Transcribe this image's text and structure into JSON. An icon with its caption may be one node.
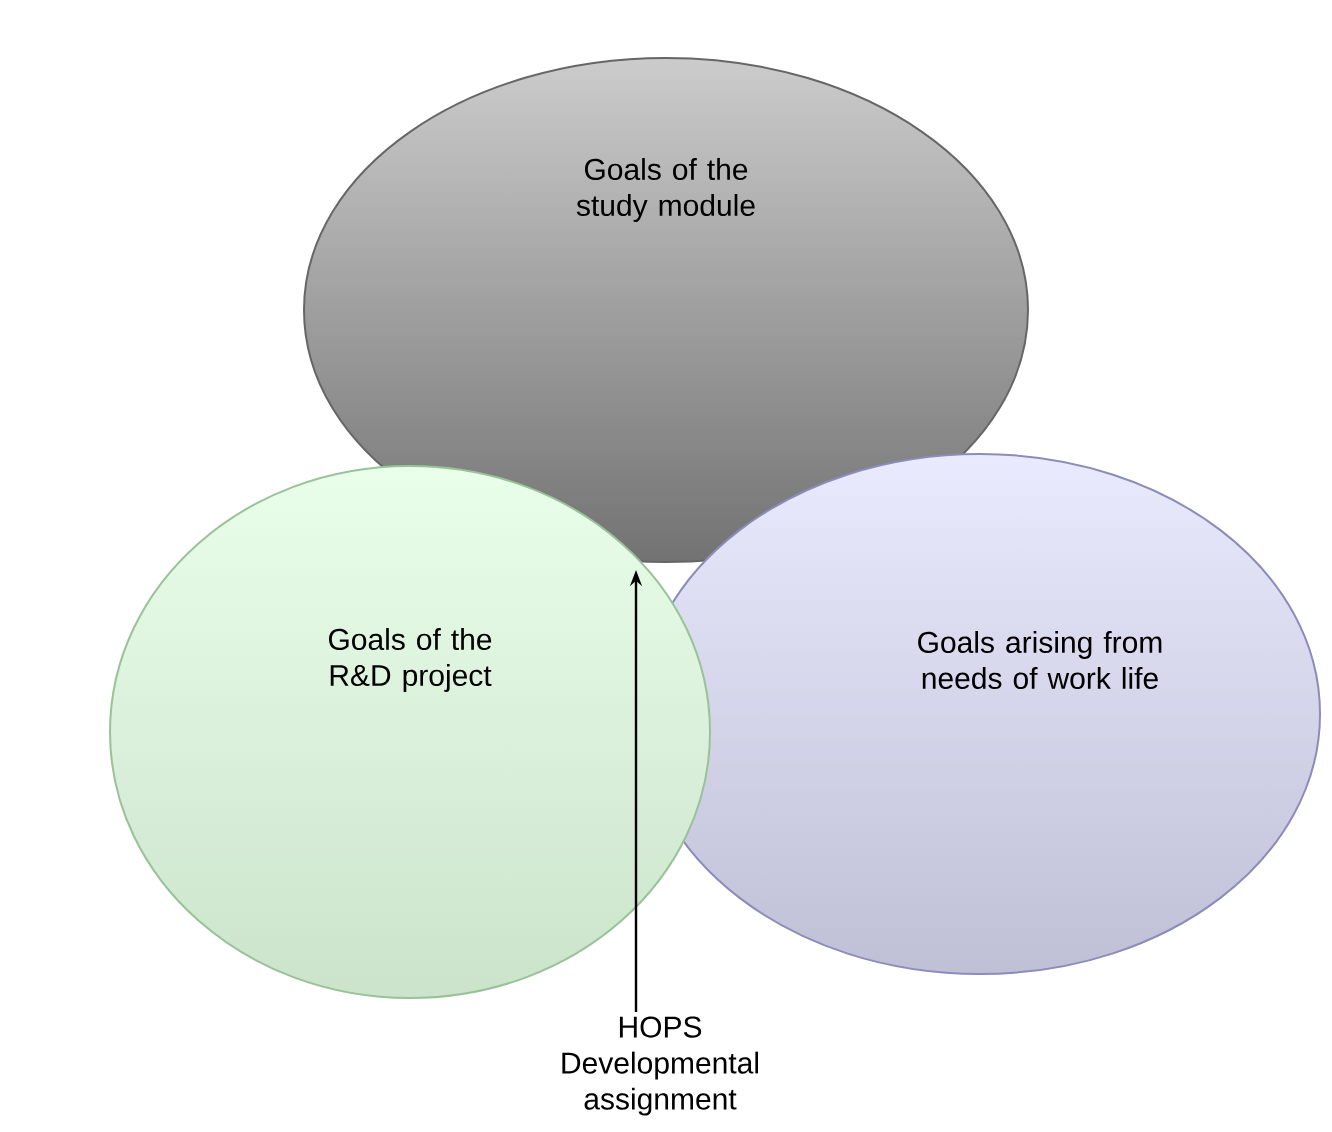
{
  "diagram": {
    "nodes": [
      {
        "text": [
          "Goals of the study module"
        ]
      },
      {
        "text": [
          "Goals arising from needs of work life"
        ]
      },
      {
        "text": [
          "Goals of the R&D project"
        ]
      },
      {
        "text": [
          "HOPS Developmental assignment"
        ]
      }
    ],
    "edges": [
      {
        "from": 3,
        "to": 2,
        "arrow": "to"
      }
    ]
  }
}
